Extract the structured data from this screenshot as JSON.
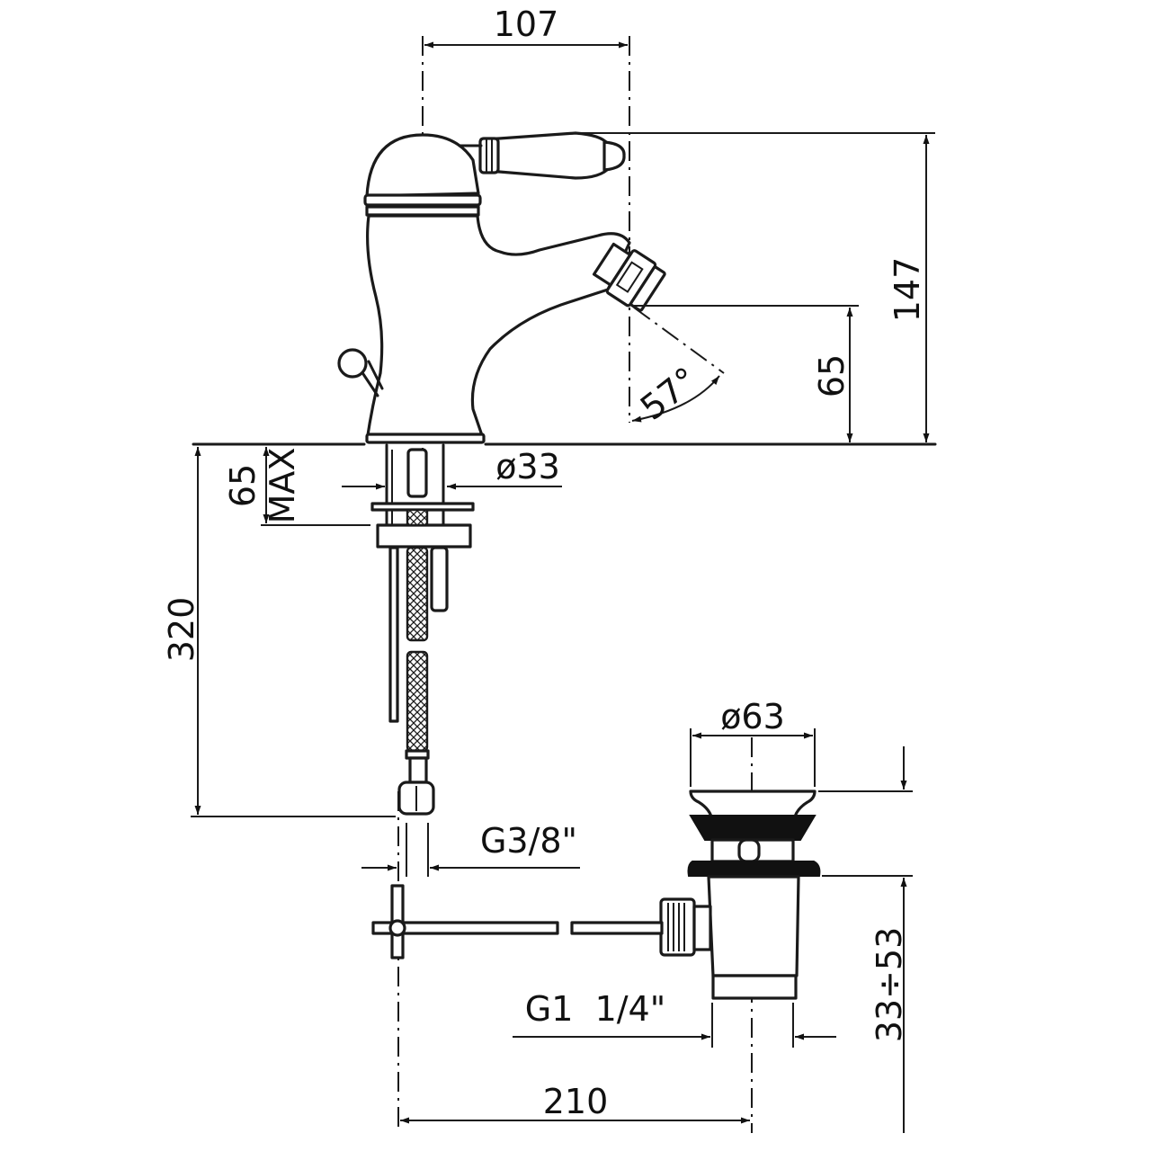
{
  "drawing": {
    "subject": "Single-lever bidet mixer with pop-up waste - technical dimension drawing",
    "units": "mm",
    "line_color": "#1a1a1a",
    "background": "#ffffff"
  },
  "dimensions": {
    "handle_reach": "107",
    "total_height": "147",
    "spout_height": "65",
    "spout_angle": "57°",
    "deck_thickness_value": "65",
    "deck_thickness_suffix": "MAX",
    "shank_diameter": "ø33",
    "hose_length": "320",
    "hose_connection": "G3/8\"",
    "waste_diameter": "ø63",
    "waste_thread": "G1  1/4\"",
    "waste_adjust": "33÷53",
    "rod_distance": "210"
  }
}
